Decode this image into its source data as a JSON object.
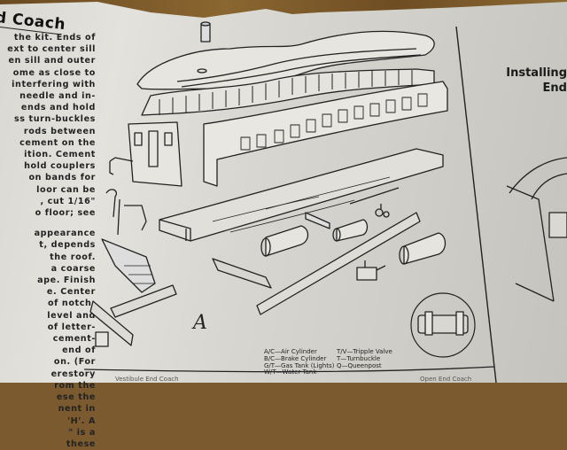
{
  "page": {
    "title_partial": "d Coach",
    "body_text_lines": [
      "the kit. Ends of",
      "ext to center sill",
      "en sill and outer",
      "ome as close to",
      "interfering with",
      "needle and in-",
      "ends and hold",
      "ss turn-buckles",
      "rods between",
      "cement on the",
      "ition. Cement",
      "hold couplers",
      "on bands for",
      "loor can be",
      ", cut 1/16\"",
      "o floor; see",
      "",
      "appearance",
      "t, depends",
      "the roof.",
      "a coarse",
      "ape. Finish",
      "e. Center",
      "of notch-",
      "level and",
      "of letter-",
      "cement-",
      "end of",
      "on. (For",
      "erestory",
      "rom the",
      "ese the",
      "nent in",
      "'H'. A",
      "\" is a",
      "these"
    ],
    "figure_label": "A",
    "right_heading": [
      "Installing",
      "End"
    ],
    "legend": {
      "left": [
        "A/C—Air Cylinder",
        "B/C—Brake Cylinder",
        "G/T—Gas Tank (Lights)",
        "W/T—Water Tank"
      ],
      "right": [
        "T/V—Tripple Valve",
        "T—Turnbuckle",
        "Q—Queenpost"
      ]
    },
    "footer_left": "Vestibule End Coach",
    "footer_right": "Open End Coach"
  }
}
